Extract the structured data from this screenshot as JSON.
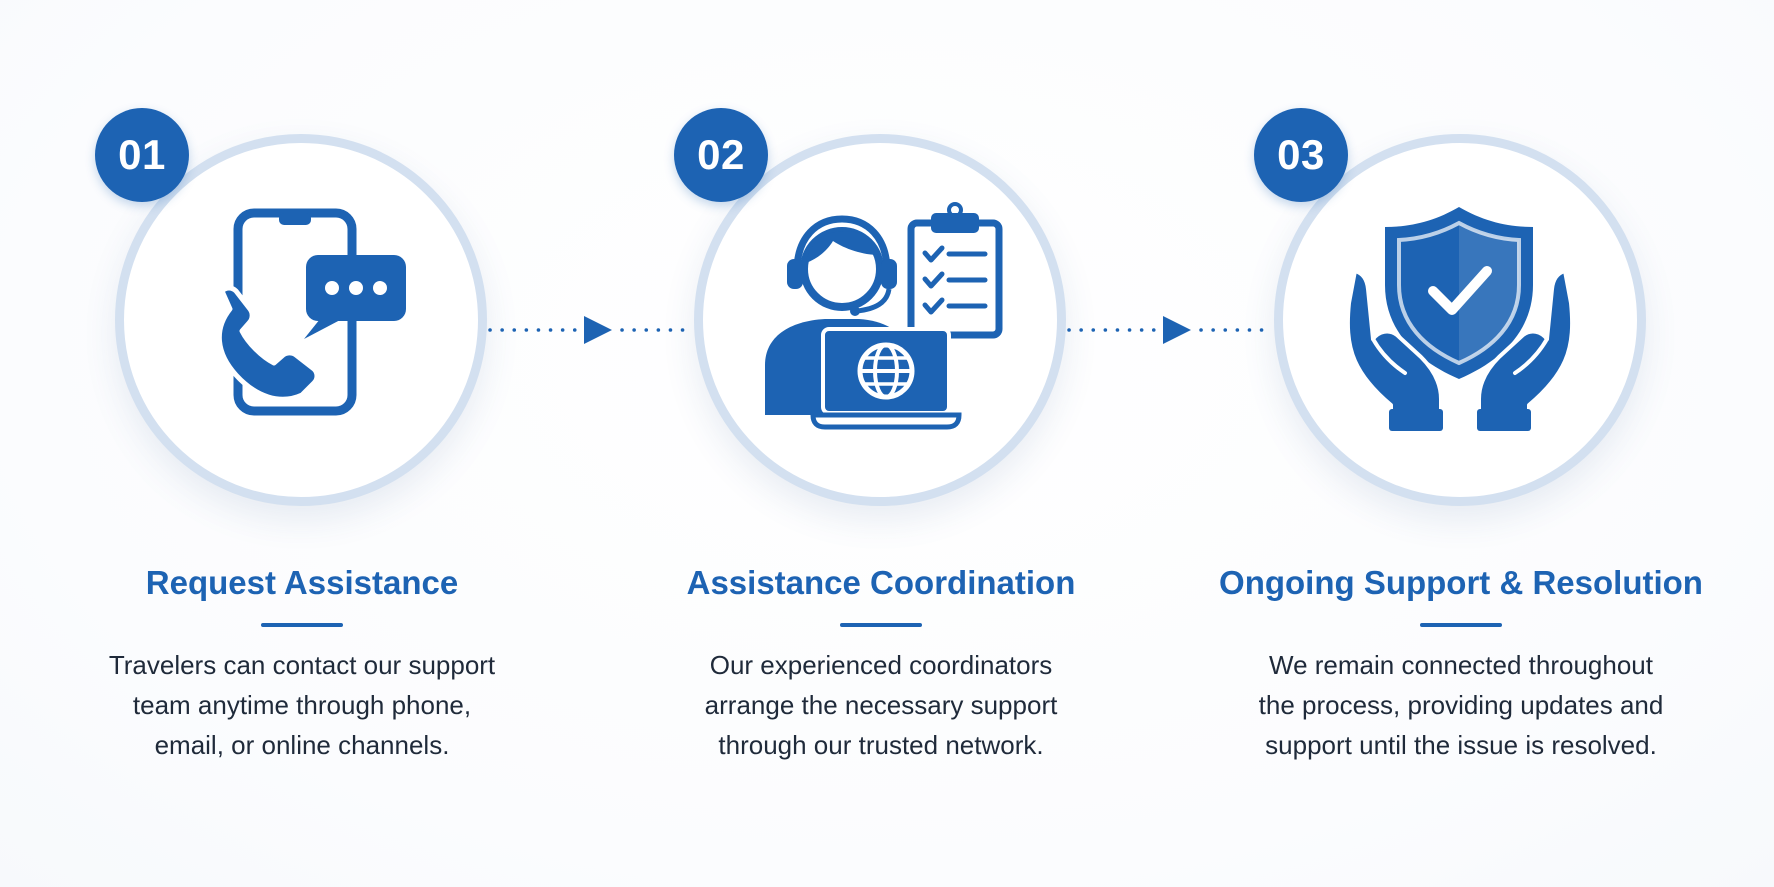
{
  "colors": {
    "accent": "#1d63b3",
    "ring": "#d3e0f0",
    "body_text": "#1f2a3a"
  },
  "steps": [
    {
      "number": "01",
      "icon": "smartphone-chat-phone-icon",
      "title": "Request Assistance",
      "description_lines": [
        "Travelers can contact our support",
        "team anytime through phone,",
        "email, or online channels."
      ]
    },
    {
      "number": "02",
      "icon": "agent-headset-laptop-checklist-icon",
      "title": "Assistance Coordination",
      "description_lines": [
        "Our experienced coordinators",
        "arrange the necessary support",
        "through our trusted network."
      ]
    },
    {
      "number": "03",
      "icon": "hands-shield-check-icon",
      "title": "Ongoing Support & Resolution",
      "description_lines": [
        "We remain connected throughout",
        "the process, providing updates and",
        "support until the issue is resolved."
      ]
    }
  ],
  "connectors": [
    {
      "icon": "dotted-arrow-right-icon"
    },
    {
      "icon": "dotted-arrow-right-icon"
    }
  ]
}
